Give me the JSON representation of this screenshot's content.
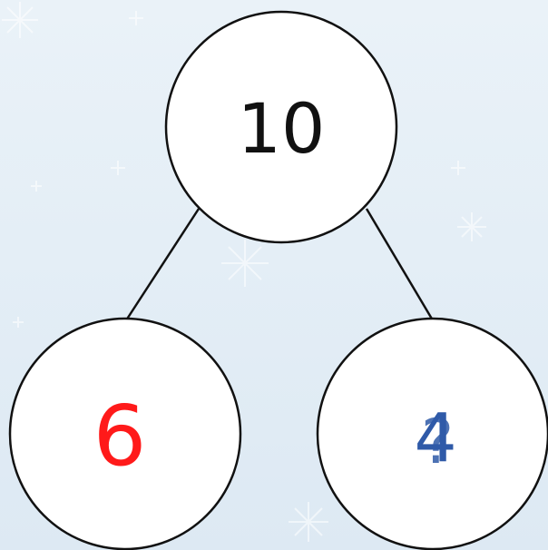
{
  "number_bond": {
    "whole": {
      "value": "10",
      "color": "#111111"
    },
    "part_left": {
      "value": "6",
      "color": "#ff1a1a"
    },
    "part_right": {
      "value": "4",
      "overwritten_value": "?",
      "color": "#2f5aa8"
    }
  },
  "background": {
    "color": "#e6eff7",
    "decoration": "snowflake-pattern"
  }
}
